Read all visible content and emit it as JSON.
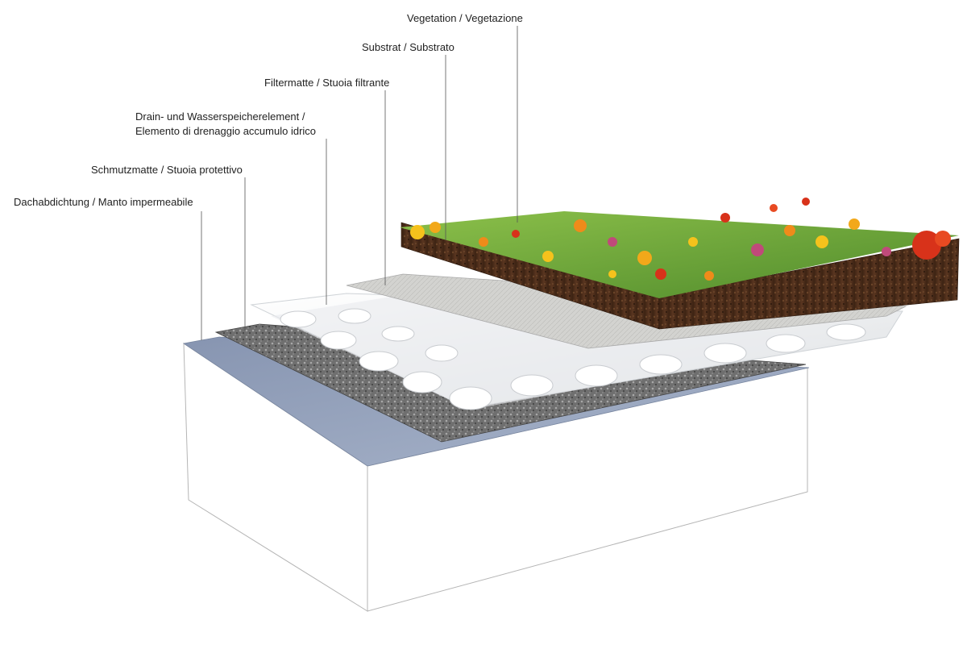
{
  "labels": {
    "vegetation": "Vegetation / Vegetazione",
    "substrate": "Substrat / Substrato",
    "filter": "Filtermatte / Stuoia filtrante",
    "drain_line1": "Drain- und Wasserspeicherelement /",
    "drain_line2": "Elemento di drenaggio accumulo idrico",
    "protection": "Schmutzmatte / Stuoia  protettivo",
    "waterproofing": "Dachabdichtung / Manto impermeabile"
  },
  "colors": {
    "membrane": "#8e9cb6",
    "protection_mat": "#6b6b6b",
    "drain_element": "#f1f2f3",
    "filter_mat": "#d4d4d2",
    "soil": "#4a2c18",
    "grass": "#6aa63a",
    "flower_red": "#d8321a",
    "flower_orange": "#ef8b1a",
    "flower_yellow": "#f5c21c",
    "flower_pink": "#c04a7a",
    "block_line": "#b5b5b5"
  }
}
